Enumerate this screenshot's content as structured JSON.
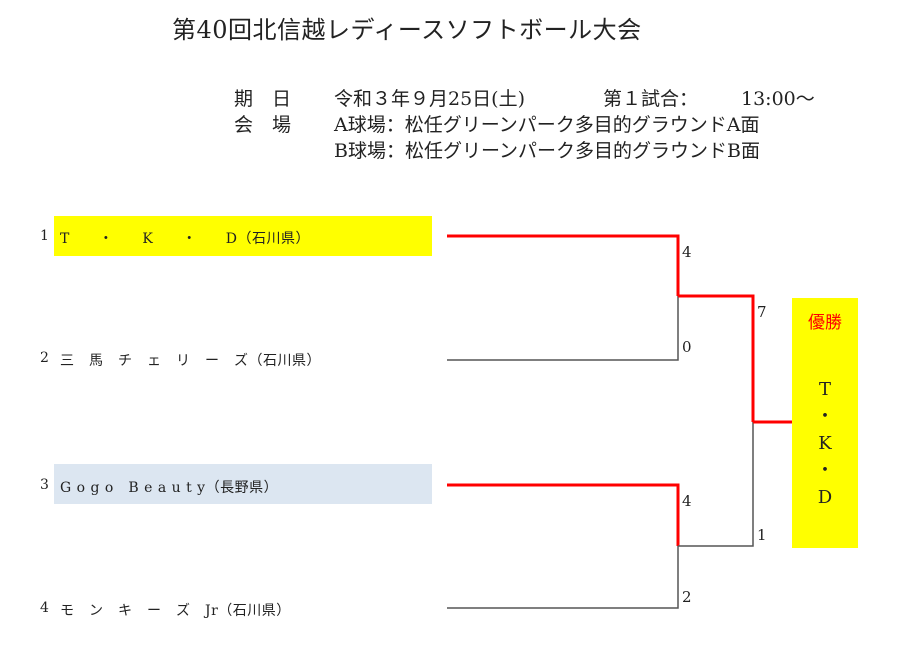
{
  "title": "第40回北信越レディースソフトボール大会",
  "info": {
    "date_label": "期　日",
    "date_value": "令和３年９月25日(土)",
    "match_label": "第１試合：",
    "match_time": "13:00～",
    "venue_label": "会　場",
    "venue_a": "A球場：松任グリーンパーク多目的グラウンドA面",
    "venue_b": "B球場：松任グリーンパーク多目的グラウンドB面"
  },
  "teams": [
    {
      "seed": "1",
      "name": "T　　・　　K　　・　　D（石川県）",
      "highlight": "#ffff00"
    },
    {
      "seed": "2",
      "name": "三　馬　チ　ェ　リ　ー　ズ（石川県）",
      "highlight": ""
    },
    {
      "seed": "3",
      "name": "G o g o　B e a u t y（長野県）",
      "highlight": "#dce6f1"
    },
    {
      "seed": "4",
      "name": "モ　ン　キ　ー　ズ　Jr（石川県）",
      "highlight": ""
    }
  ],
  "scores": {
    "sf1_top": "4",
    "sf1_bottom": "0",
    "sf2_top": "4",
    "sf2_bottom": "2",
    "final_top": "7",
    "final_bottom": "1"
  },
  "champion": {
    "label": "優勝",
    "name": "T\n・\nK\n・\nD",
    "box_color": "#ffff00"
  },
  "colors": {
    "winner_line": "#ff0000",
    "loser_line": "#555555"
  }
}
